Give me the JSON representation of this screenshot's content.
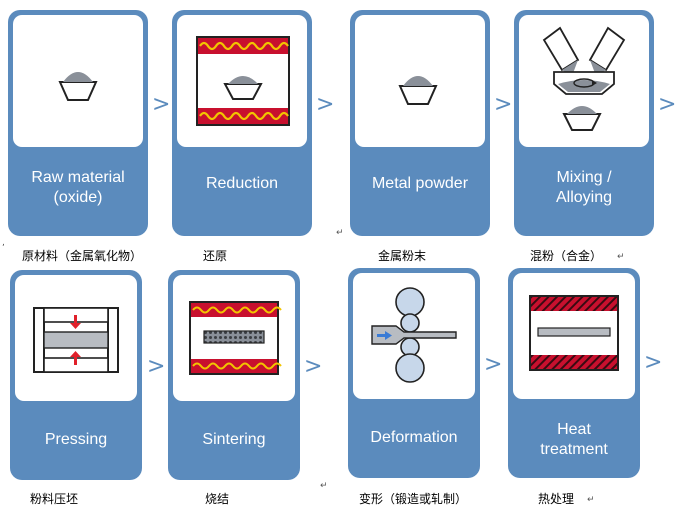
{
  "colors": {
    "card_blue": "#5b8bbd",
    "heater_red": "#c8102e",
    "heater_yellow": "#f2c500",
    "powder_gray": "#8a9099",
    "press_arrow_red": "#e0202a",
    "roller_blue": "#c7d7ea"
  },
  "row1": {
    "steps": [
      {
        "label_lines": [
          "Raw material",
          "(oxide)"
        ],
        "icon": "powder-bowl-icon"
      },
      {
        "label_lines": [
          "Reduction"
        ],
        "icon": "reduction-furnace-icon"
      },
      {
        "label_lines": [
          "Metal powder"
        ],
        "icon": "powder-bowl-icon"
      },
      {
        "label_lines": [
          "Mixing /",
          "Alloying"
        ],
        "icon": "mixer-icon"
      }
    ],
    "captions": [
      "原材料（金属氧化物）",
      "还原",
      "金属粉末",
      "混粉（合金）"
    ]
  },
  "row2": {
    "steps": [
      {
        "label_lines": [
          "Pressing"
        ],
        "icon": "press-die-icon"
      },
      {
        "label_lines": [
          "Sintering"
        ],
        "icon": "sintering-furnace-icon"
      },
      {
        "label_lines": [
          "Deformation"
        ],
        "icon": "rolling-mill-icon"
      },
      {
        "label_lines": [
          "Heat",
          "treatment"
        ],
        "icon": "heat-treatment-furnace-icon"
      }
    ],
    "captions": [
      "粉料压坯",
      "烧结",
      "变形（锻造或轧制）",
      "热处理"
    ]
  },
  "arrow_glyph": ">",
  "paragraph_mark": "↵",
  "left_tick": ","
}
